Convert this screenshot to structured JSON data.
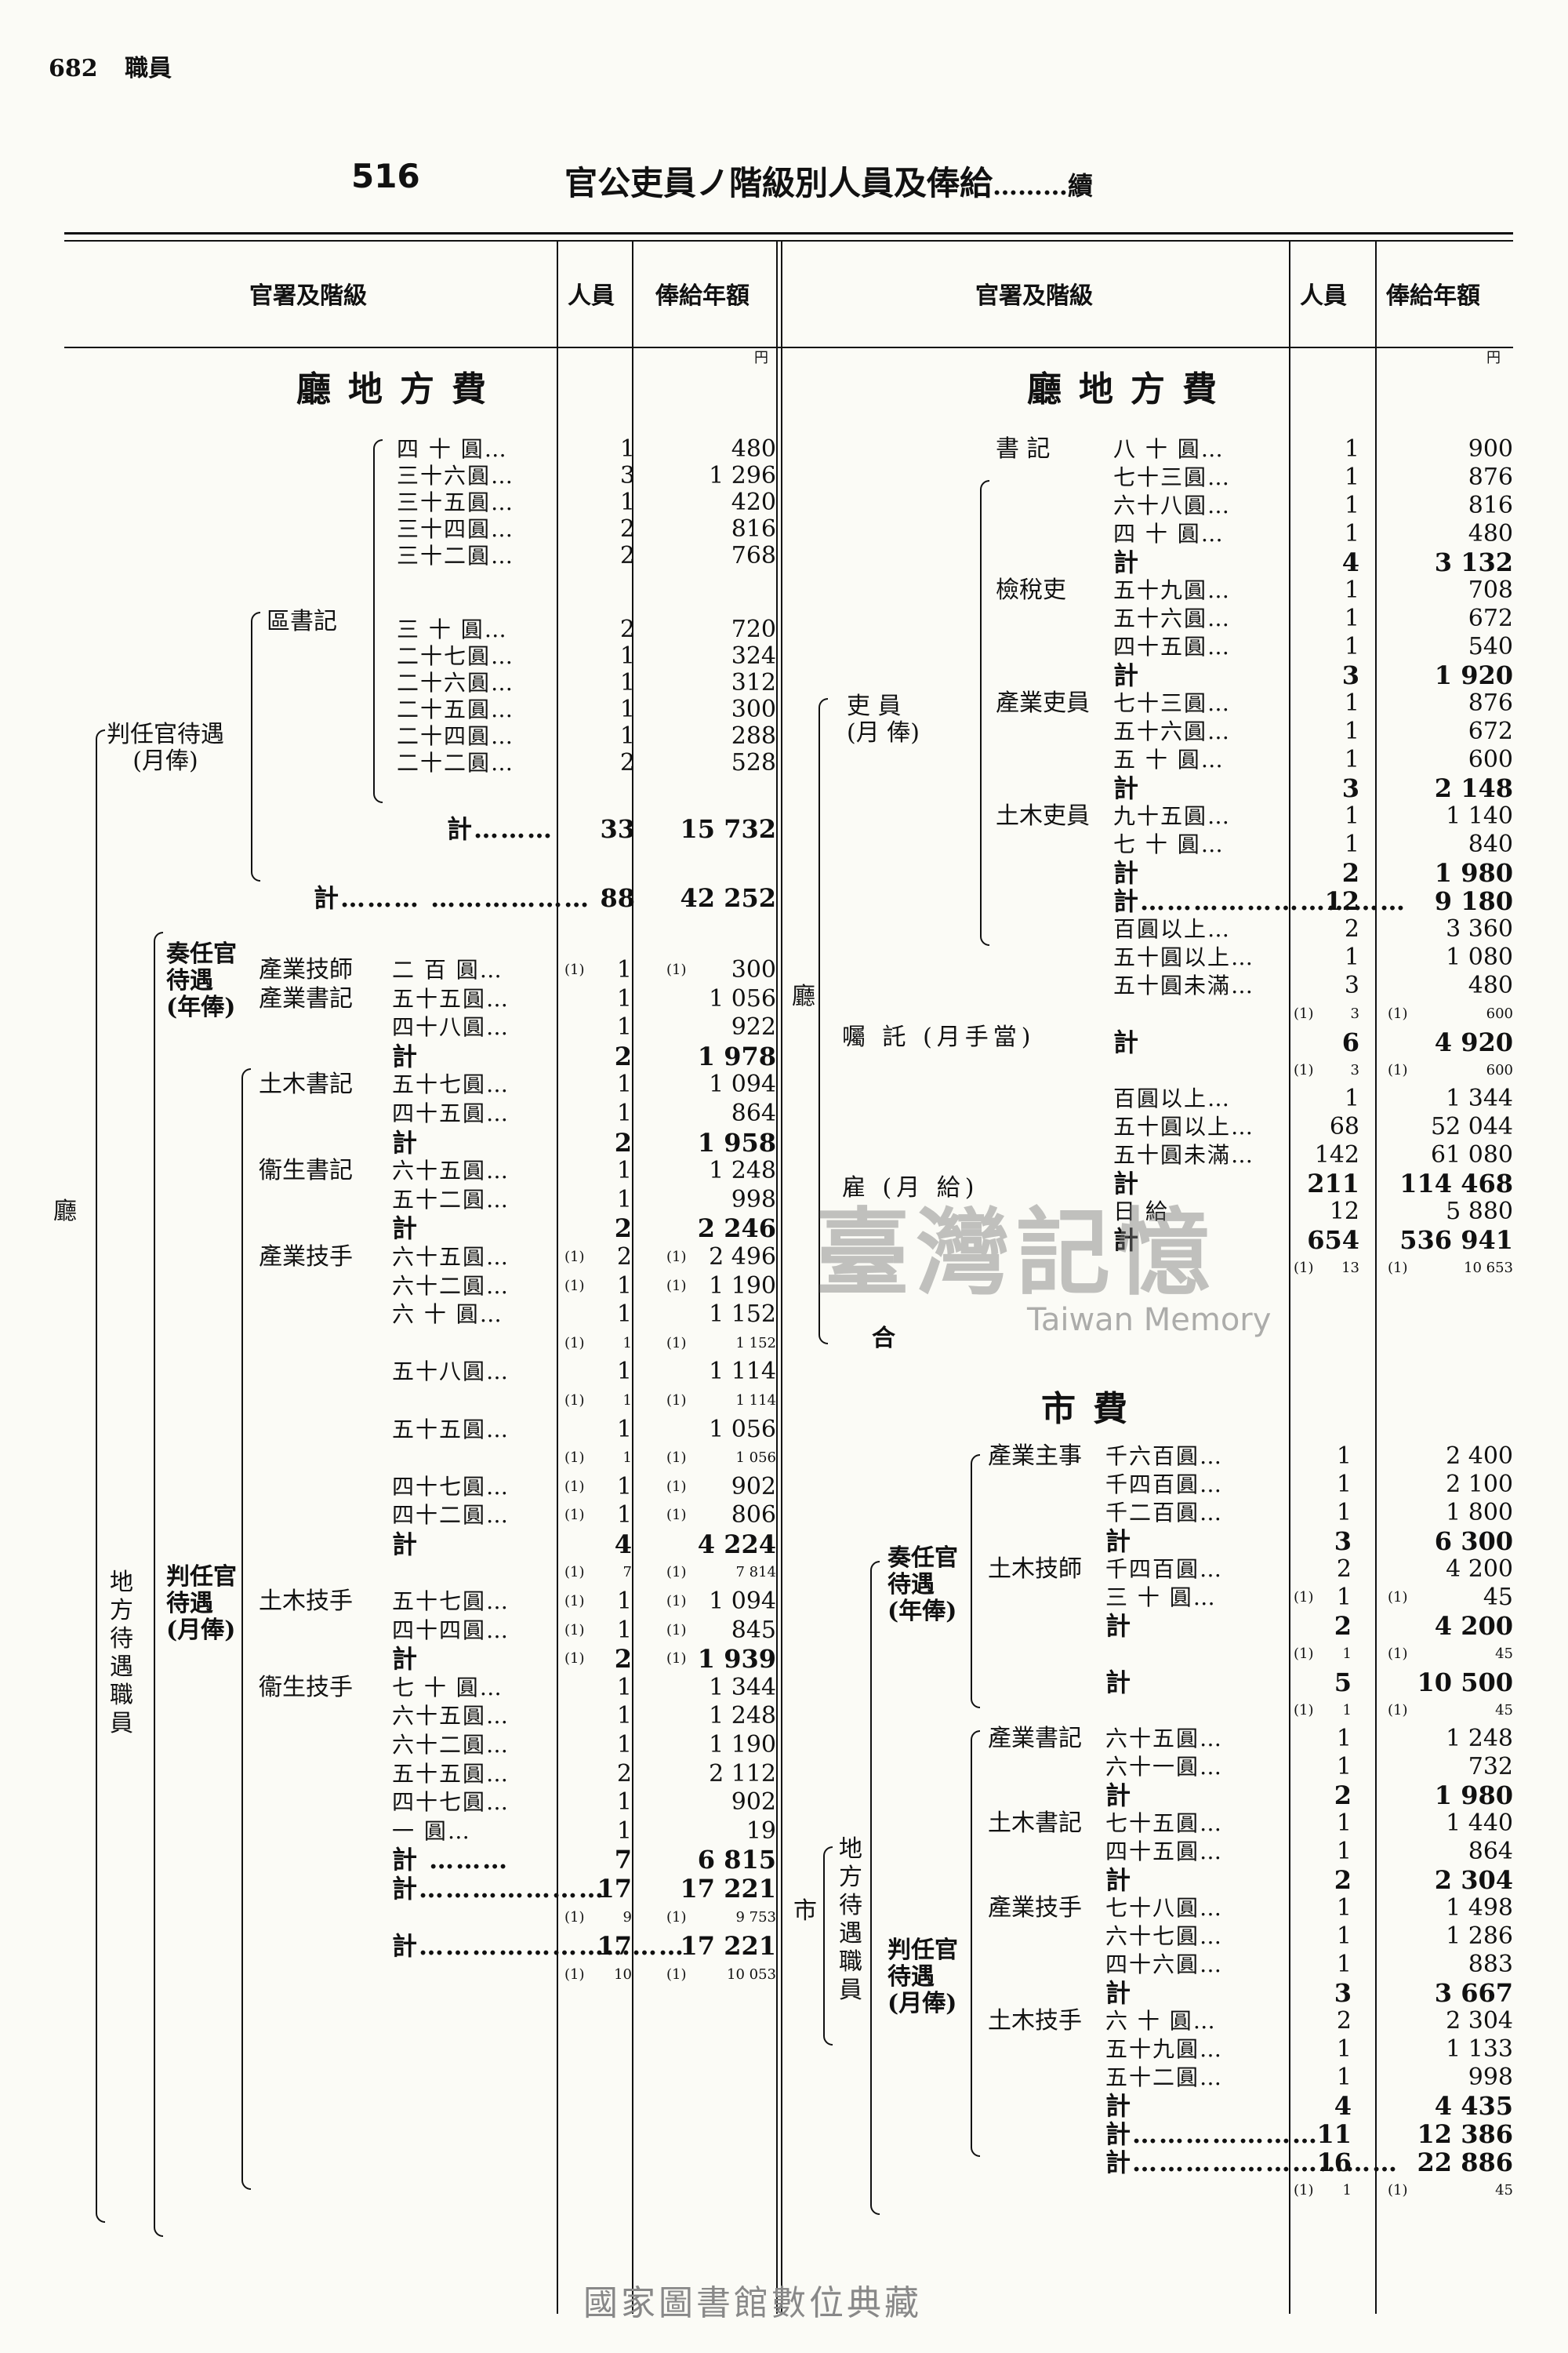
{
  "header": {
    "page": "682",
    "section": "職員"
  },
  "title": {
    "number": "516",
    "text": "官公吏員ノ階級別人員及俸給",
    "suffix": "………續"
  },
  "columns": {
    "office": "官署及階級",
    "persons": "人員",
    "salary": "俸給年額",
    "unit": "円"
  },
  "left": {
    "section": "廳地方費",
    "group1": {
      "label": "判任官待遇\n(月俸)",
      "sub": "區書記",
      "rows": [
        [
          "四 十 圓…",
          "1",
          "480"
        ],
        [
          "三十六圓…",
          "3",
          "1 296"
        ],
        [
          "三十五圓…",
          "1",
          "420"
        ],
        [
          "三十四圓…",
          "2",
          "816"
        ],
        [
          "三十二圓…",
          "2",
          "768"
        ],
        [
          "三 十 圓…",
          "2",
          "720"
        ],
        [
          "二十七圓…",
          "1",
          "324"
        ],
        [
          "二十六圓…",
          "1",
          "312"
        ],
        [
          "二十五圓…",
          "1",
          "300"
        ],
        [
          "二十四圓…",
          "1",
          "288"
        ],
        [
          "二十二圓…",
          "2",
          "528"
        ]
      ],
      "subtotal": [
        "計………",
        "33",
        "15 732"
      ],
      "total": [
        "計……… ………………",
        "88",
        "42 252"
      ]
    },
    "group2": {
      "label": "地方待遇職員",
      "sonin": "奏任官待遇(年俸)",
      "hannin": "判任官待遇(月俸)"
    },
    "rowsB": [
      [
        "(1)",
        "產業技師",
        "二 百 圓…",
        "1",
        "(1)",
        "300"
      ],
      [
        "",
        "產業書記",
        "五十五圓…",
        "1",
        "",
        "1 056"
      ],
      [
        "",
        "",
        "四十八圓…",
        "1",
        "",
        "922"
      ],
      [
        "",
        "",
        "計",
        "2",
        "",
        "1 978"
      ],
      [
        "",
        "土木書記",
        "五十七圓…",
        "1",
        "",
        "1 094"
      ],
      [
        "",
        "",
        "四十五圓…",
        "1",
        "",
        "864"
      ],
      [
        "",
        "",
        "計",
        "2",
        "",
        "1 958"
      ],
      [
        "",
        "衞生書記",
        "六十五圓…",
        "1",
        "",
        "1 248"
      ],
      [
        "",
        "",
        "五十二圓…",
        "1",
        "",
        "998"
      ],
      [
        "",
        "",
        "計",
        "2",
        "",
        "2 246"
      ],
      [
        "(1)",
        "產業技手",
        "六十五圓…",
        "2",
        "(1)",
        "2 496"
      ],
      [
        "(1)",
        "",
        "六十二圓…",
        "1",
        "(1)",
        "1 190"
      ],
      [
        "",
        "",
        "六 十 圓…",
        "1",
        "",
        "1 152"
      ],
      [
        "(1)",
        "",
        "",
        "1",
        "(1)",
        "1 152"
      ],
      [
        "",
        "",
        "五十八圓…",
        "1",
        "",
        "1 114"
      ],
      [
        "(1)",
        "",
        "",
        "1",
        "(1)",
        "1 114"
      ],
      [
        "",
        "",
        "五十五圓…",
        "1",
        "",
        "1 056"
      ],
      [
        "(1)",
        "",
        "",
        "1",
        "(1)",
        "1 056"
      ],
      [
        "(1)",
        "",
        "四十七圓…",
        "1",
        "(1)",
        "902"
      ],
      [
        "(1)",
        "",
        "四十二圓…",
        "1",
        "(1)",
        "806"
      ],
      [
        "",
        "",
        "計",
        "4",
        "",
        "4 224"
      ],
      [
        "(1)",
        "",
        "",
        "7",
        "(1)",
        "7 814"
      ],
      [
        "(1)",
        "土木技手",
        "五十七圓…",
        "1",
        "(1)",
        "1 094"
      ],
      [
        "(1)",
        "",
        "四十四圓…",
        "1",
        "(1)",
        "845"
      ],
      [
        "(1)",
        "",
        "計",
        "2",
        "(1)",
        "1 939"
      ],
      [
        "",
        "衞生技手",
        "七 十 圓…",
        "1",
        "",
        "1 344"
      ],
      [
        "",
        "",
        "六十五圓…",
        "1",
        "",
        "1 248"
      ],
      [
        "",
        "",
        "六十二圓…",
        "1",
        "",
        "1 190"
      ],
      [
        "",
        "",
        "五十五圓…",
        "2",
        "",
        "2 112"
      ],
      [
        "",
        "",
        "四十七圓…",
        "1",
        "",
        "902"
      ],
      [
        "",
        "",
        "一 圓…",
        "1",
        "",
        "19"
      ],
      [
        "",
        "",
        "計 ………",
        "7",
        "",
        "6 815"
      ],
      [
        "",
        "",
        "計…………………",
        "17",
        "",
        "17 221"
      ],
      [
        "(1)",
        "",
        "",
        "9",
        "(1)",
        "9 753"
      ],
      [
        "",
        "",
        "計…………………………",
        "17",
        "",
        "17 221"
      ],
      [
        "(1)",
        "",
        "",
        "10",
        "(1)",
        "10 053"
      ]
    ]
  },
  "right": {
    "section": "廳地方費",
    "section2": "市費",
    "labels": {
      "cho": "廳",
      "ri": "吏 員\n(月 俸)",
      "shoku": "囑 託 (月手當)",
      "yatoi": "雇 (月 給)",
      "shi": "市",
      "chiho": "地方待遇職員",
      "sonin": "奏任官待遇(年俸)",
      "hannin": "判任官待遇(月俸)",
      "total": "合",
      "kei": "計"
    },
    "rowsA": [
      [
        "",
        "書 記",
        "八 十 圓…",
        "1",
        "",
        "900"
      ],
      [
        "",
        "",
        "七十三圓…",
        "1",
        "",
        "876"
      ],
      [
        "",
        "",
        "六十八圓…",
        "1",
        "",
        "816"
      ],
      [
        "",
        "",
        "四 十 圓…",
        "1",
        "",
        "480"
      ],
      [
        "",
        "",
        "計",
        "4",
        "",
        "3 132"
      ],
      [
        "",
        "檢稅吏",
        "五十九圓…",
        "1",
        "",
        "708"
      ],
      [
        "",
        "",
        "五十六圓…",
        "1",
        "",
        "672"
      ],
      [
        "",
        "",
        "四十五圓…",
        "1",
        "",
        "540"
      ],
      [
        "",
        "",
        "計",
        "3",
        "",
        "1 920"
      ],
      [
        "",
        "產業吏員",
        "七十三圓…",
        "1",
        "",
        "876"
      ],
      [
        "",
        "",
        "五十六圓…",
        "1",
        "",
        "672"
      ],
      [
        "",
        "",
        "五 十 圓…",
        "1",
        "",
        "600"
      ],
      [
        "",
        "",
        "計",
        "3",
        "",
        "2 148"
      ],
      [
        "",
        "土木吏員",
        "九十五圓…",
        "1",
        "",
        "1 140"
      ],
      [
        "",
        "",
        "七 十 圓…",
        "1",
        "",
        "840"
      ],
      [
        "",
        "",
        "計",
        "2",
        "",
        "1 980"
      ],
      [
        "",
        "",
        "計…………………………",
        "12",
        "",
        "9 180"
      ],
      [
        "",
        "",
        "百圓以上…",
        "2",
        "",
        "3 360"
      ],
      [
        "",
        "",
        "五十圓以上…",
        "1",
        "",
        "1 080"
      ],
      [
        "",
        "",
        "五十圓未滿…",
        "3",
        "",
        "480"
      ],
      [
        "(1)",
        "",
        "",
        "3",
        "(1)",
        "600"
      ],
      [
        "",
        "",
        "計",
        "6",
        "",
        "4 920"
      ],
      [
        "(1)",
        "",
        "",
        "3",
        "(1)",
        "600"
      ],
      [
        "",
        "",
        "百圓以上…",
        "1",
        "",
        "1 344"
      ],
      [
        "",
        "",
        "五十圓以上…",
        "68",
        "",
        "52 044"
      ],
      [
        "",
        "",
        "五十圓未滿…",
        "142",
        "",
        "61 080"
      ],
      [
        "",
        "",
        "計",
        "211",
        "",
        "114 468"
      ],
      [
        "",
        "",
        "日 給",
        "12",
        "",
        "5 880"
      ],
      [
        "",
        "",
        "計",
        "654",
        "",
        "536 941"
      ],
      [
        "(1)",
        "",
        "",
        "13",
        "(1)",
        "10 653"
      ]
    ],
    "rowsB": [
      [
        "",
        "產業主事",
        "千六百圓…",
        "1",
        "",
        "2 400"
      ],
      [
        "",
        "",
        "千四百圓…",
        "1",
        "",
        "2 100"
      ],
      [
        "",
        "",
        "千二百圓…",
        "1",
        "",
        "1 800"
      ],
      [
        "",
        "",
        "計",
        "3",
        "",
        "6 300"
      ],
      [
        "",
        "土木技師",
        "千四百圓…",
        "2",
        "",
        "4 200"
      ],
      [
        "(1)",
        "",
        "三 十 圓…",
        "1",
        "(1)",
        "45"
      ],
      [
        "",
        "",
        "計",
        "2",
        "",
        "4 200"
      ],
      [
        "(1)",
        "",
        "",
        "1",
        "(1)",
        "45"
      ],
      [
        "",
        "",
        "計",
        "5",
        "",
        "10 500"
      ],
      [
        "(1)",
        "",
        "",
        "1",
        "(1)",
        "45"
      ],
      [
        "",
        "產業書記",
        "六十五圓…",
        "1",
        "",
        "1 248"
      ],
      [
        "",
        "",
        "六十一圓…",
        "1",
        "",
        "732"
      ],
      [
        "",
        "",
        "計",
        "2",
        "",
        "1 980"
      ],
      [
        "",
        "土木書記",
        "七十五圓…",
        "1",
        "",
        "1 440"
      ],
      [
        "",
        "",
        "四十五圓…",
        "1",
        "",
        "864"
      ],
      [
        "",
        "",
        "計",
        "2",
        "",
        "2 304"
      ],
      [
        "",
        "產業技手",
        "七十八圓…",
        "1",
        "",
        "1 498"
      ],
      [
        "",
        "",
        "六十七圓…",
        "1",
        "",
        "1 286"
      ],
      [
        "",
        "",
        "四十六圓…",
        "1",
        "",
        "883"
      ],
      [
        "",
        "",
        "計",
        "3",
        "",
        "3 667"
      ],
      [
        "",
        "土木技手",
        "六 十 圓…",
        "2",
        "",
        "2 304"
      ],
      [
        "",
        "",
        "五十九圓…",
        "1",
        "",
        "1 133"
      ],
      [
        "",
        "",
        "五十二圓…",
        "1",
        "",
        "998"
      ],
      [
        "",
        "",
        "計",
        "4",
        "",
        "4 435"
      ],
      [
        "",
        "",
        "計…………………",
        "11",
        "",
        "12 386"
      ],
      [
        "",
        "",
        "計…………………………",
        "16",
        "",
        "22 886"
      ],
      [
        "(1)",
        "",
        "",
        "1",
        "(1)",
        "45"
      ]
    ]
  },
  "watermark": {
    "cn": "臺灣記憶",
    "en": "Taiwan Memory"
  },
  "footer": "國家圖書館數位典藏"
}
